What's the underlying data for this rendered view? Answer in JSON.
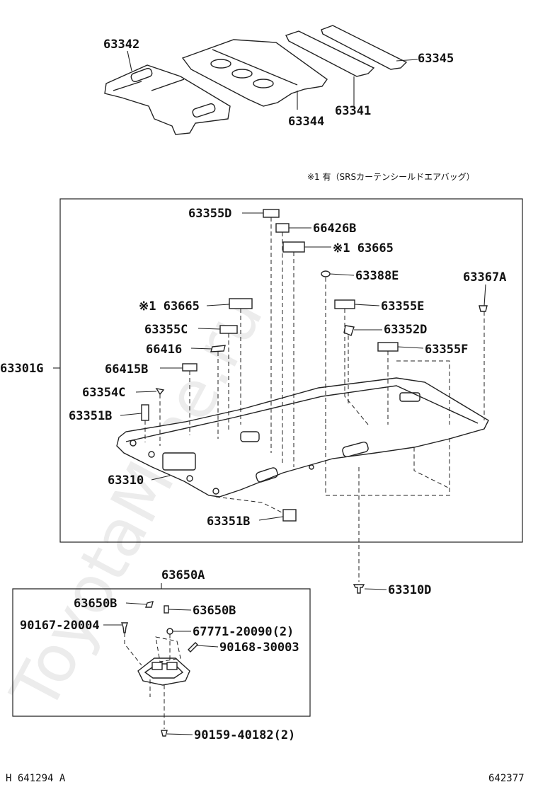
{
  "watermark": "ToyotaMine.ru",
  "note": "※1 有（SRSカーテンシールドエアバッグ）",
  "labels": {
    "p63342": "63342",
    "p63345": "63345",
    "p63341": "63341",
    "p63344": "63344",
    "p63355D": "63355D",
    "p66426B": "66426B",
    "p63665_top": "※1 63665",
    "p63388E": "63388E",
    "p63367A": "63367A",
    "p63665_mid": "※1  63665",
    "p63355E": "63355E",
    "p63355C": "63355C",
    "p63352D": "63352D",
    "p66416": "66416",
    "p63355F": "63355F",
    "p63301G": "63301G",
    "p66415B": "66415B",
    "p63354C": "63354C",
    "p63351B_top": "63351B",
    "p63310": "63310",
    "p63351B_bot": "63351B",
    "p63650A": "63650A",
    "p63310D": "63310D",
    "p63650B_l": "63650B",
    "p63650B_r": "63650B",
    "p90167": "90167-20004",
    "p67771": "67771-20090(2)",
    "p90168": "90168-30003",
    "p90159": "90159-40182(2)"
  },
  "footer": {
    "left": "H 641294 A",
    "right": "642377"
  }
}
